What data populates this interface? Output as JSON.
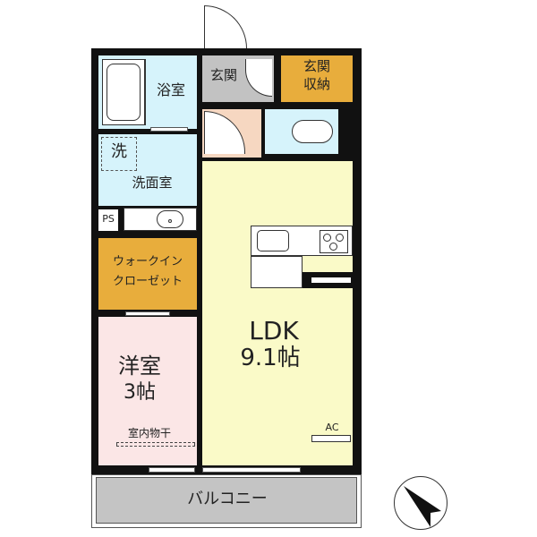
{
  "plan": {
    "colors": {
      "wall": "#111111",
      "bath": "#d6f3fb",
      "entrance": "#c2c2c2",
      "storage": "#e8ad3c",
      "hall": "#f6d7c1",
      "toilet": "#d6f3fb",
      "ldk": "#fafac8",
      "western_room": "#fbe6e6",
      "balcony": "#c4c4c4"
    },
    "rooms": {
      "bath": "浴室",
      "laundry_mark": "洗",
      "washroom": "洗面室",
      "ps": "PS",
      "entrance": "玄関",
      "entrance_storage_line1": "玄関",
      "entrance_storage_line2": "収納",
      "walkin_line1": "ウォークイン",
      "walkin_line2": "クローゼット",
      "western_line1": "洋室",
      "western_line2": "3帖",
      "indoor_drying": "室内物干",
      "ldk_line1": "LDK",
      "ldk_line2": "9.1帖",
      "ac": "AC",
      "balcony": "バルコニー"
    },
    "compass": "north-arrow"
  }
}
